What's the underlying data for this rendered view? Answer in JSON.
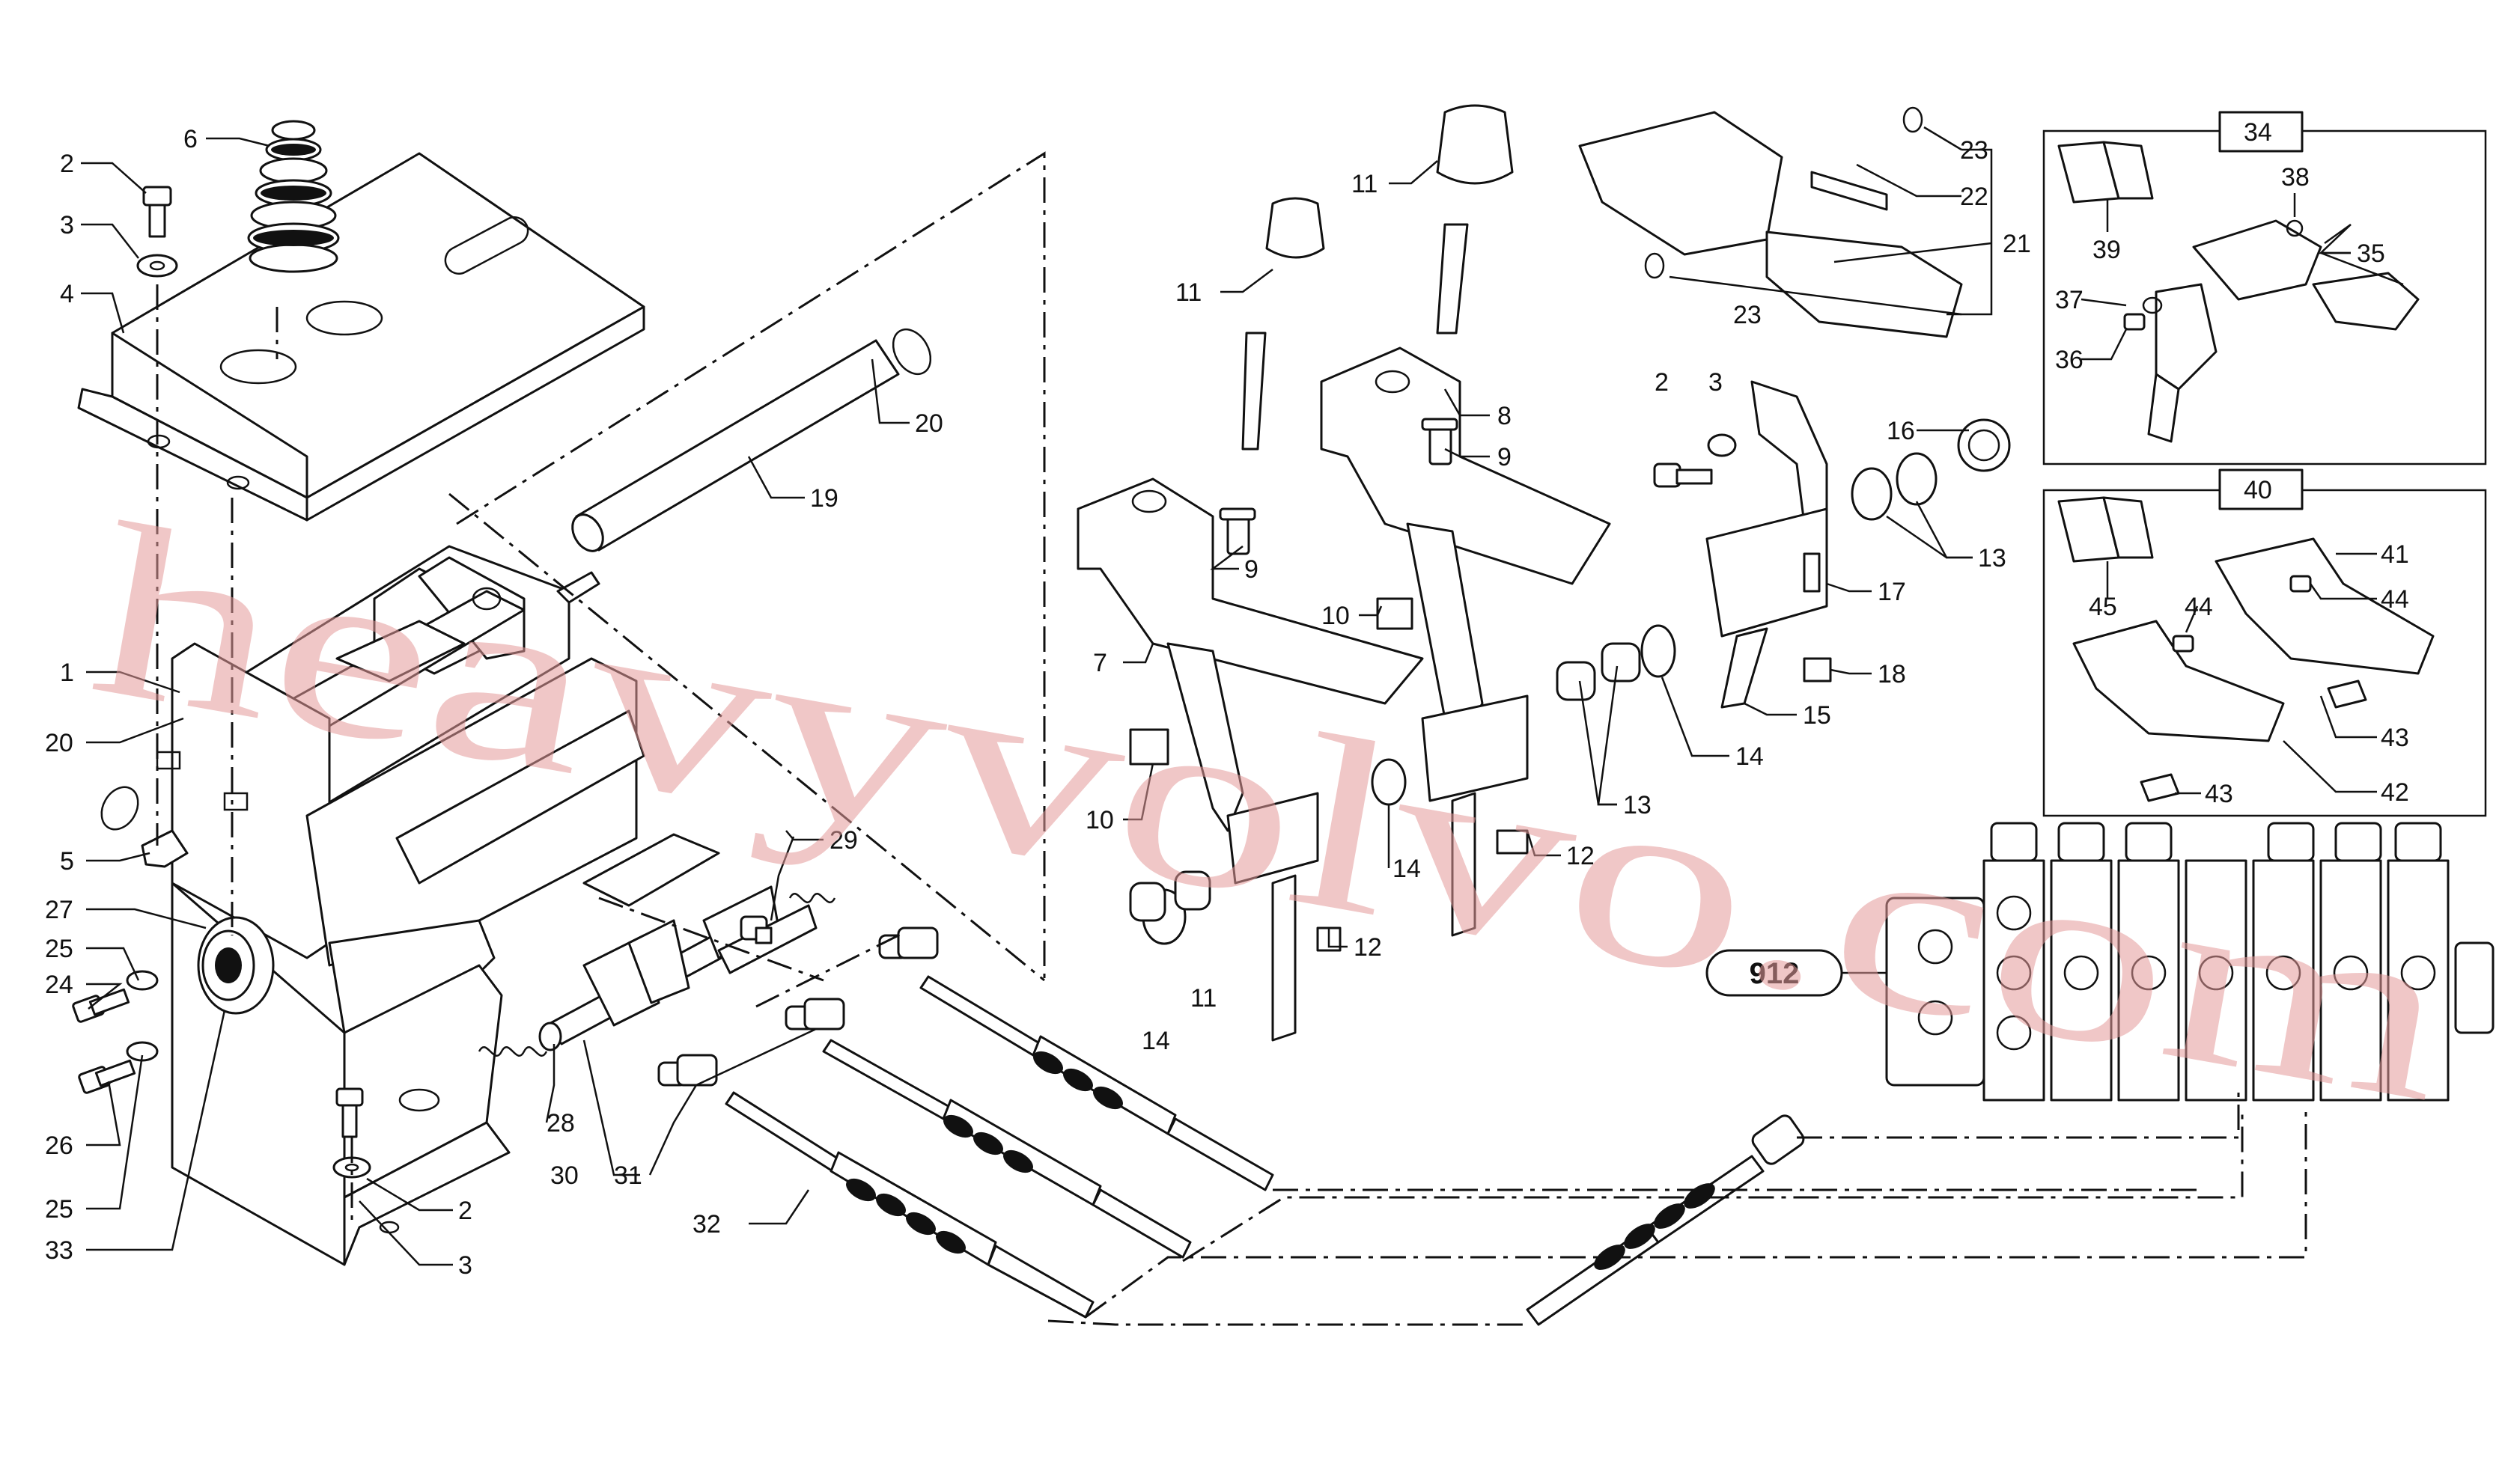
{
  "watermark": "heavyvolvo.com",
  "reference_label": "912",
  "callouts": {
    "c1": "1",
    "c2a": "2",
    "c2b": "2",
    "c2c": "2",
    "c3a": "3",
    "c3b": "3",
    "c3c": "3",
    "c4": "4",
    "c5": "5",
    "c6": "6",
    "c7": "7",
    "c8": "8",
    "c9a": "9",
    "c9b": "9",
    "c10a": "10",
    "c10b": "10",
    "c11a": "11",
    "c11b": "11",
    "c11c": "11",
    "c12a": "12",
    "c12b": "12",
    "c13a": "13",
    "c13b": "13",
    "c14a": "14",
    "c14b": "14",
    "c14c": "14",
    "c15": "15",
    "c16": "16",
    "c17": "17",
    "c18": "18",
    "c19": "19",
    "c20a": "20",
    "c20b": "20",
    "c21": "21",
    "c22": "22",
    "c23a": "23",
    "c23b": "23",
    "c24": "24",
    "c25a": "25",
    "c25b": "25",
    "c26": "26",
    "c27": "27",
    "c28": "28",
    "c29": "29",
    "c30": "30",
    "c31": "31",
    "c32": "32",
    "c33": "33",
    "c34": "34",
    "c35": "35",
    "c36": "36",
    "c37": "37",
    "c38": "38",
    "c39": "39",
    "c40": "40",
    "c41": "41",
    "c42": "42",
    "c43a": "43",
    "c43b": "43",
    "c44a": "44",
    "c44b": "44",
    "c45": "45"
  }
}
